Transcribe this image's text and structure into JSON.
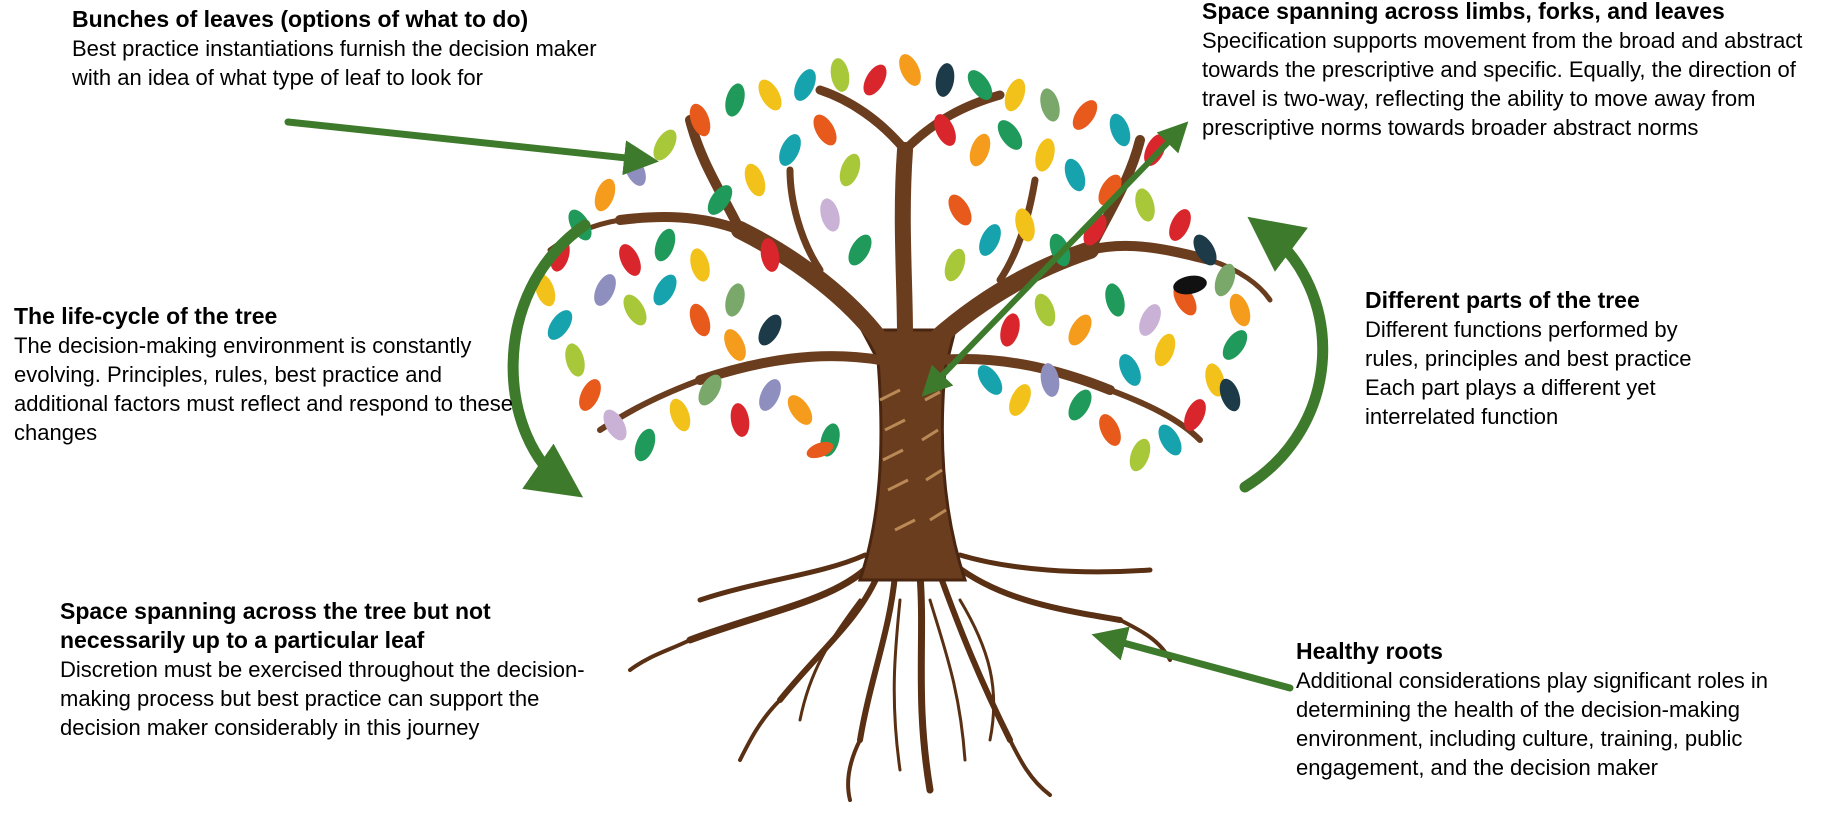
{
  "blocks": {
    "leaves": {
      "title": "Bunches of leaves (options of what to do)",
      "body": "Best practice instantiations furnish the decision maker with an idea of what type of leaf to look for"
    },
    "space_limbs": {
      "title": "Space spanning across limbs, forks, and leaves",
      "body": "Specification supports movement from the broad and abstract towards the prescriptive and specific. Equally, the direction of travel is two-way, reflecting the ability to move away from prescriptive norms towards broader abstract norms"
    },
    "lifecycle": {
      "title": "The life-cycle of the tree",
      "body": "The decision-making environment is constantly evolving. Principles, rules, best practice and additional factors must reflect and respond to these changes"
    },
    "parts": {
      "title": "Different parts of the tree",
      "body_lines": [
        "Different functions performed by",
        "rules, principles and best practice",
        "Each part plays a different yet",
        "interrelated function"
      ]
    },
    "space_tree": {
      "title": "Space spanning across the tree but not necessarily up to a particular leaf",
      "body": "Discretion must be exercised throughout the decision-making process but best practice can support the decision maker considerably in this journey"
    },
    "roots": {
      "title": "Healthy roots",
      "body": "Additional considerations play significant roles in determining the health of the decision-making environment, including culture, training, public engagement, and the decision maker"
    }
  },
  "colors": {
    "arrow": "#3e7a2c",
    "trunk": "#6b3d1f",
    "trunk_dark": "#4a2610",
    "trunk_light": "#b98a55",
    "leaf_palette": [
      "#e8591c",
      "#f2c21a",
      "#1f9a5a",
      "#17a3ad",
      "#d9262c",
      "#a8c83a",
      "#8f8fbf",
      "#1c3a47",
      "#f59c1c",
      "#7aa86a",
      "#c9b2d6",
      "#111111"
    ]
  },
  "icons": {
    "tree": "tree-illustration",
    "arrows": [
      "arrow-to-leaves",
      "double-arrow-limbs",
      "arrow-to-roots",
      "cycle-arrow-left",
      "cycle-arrow-right"
    ]
  }
}
